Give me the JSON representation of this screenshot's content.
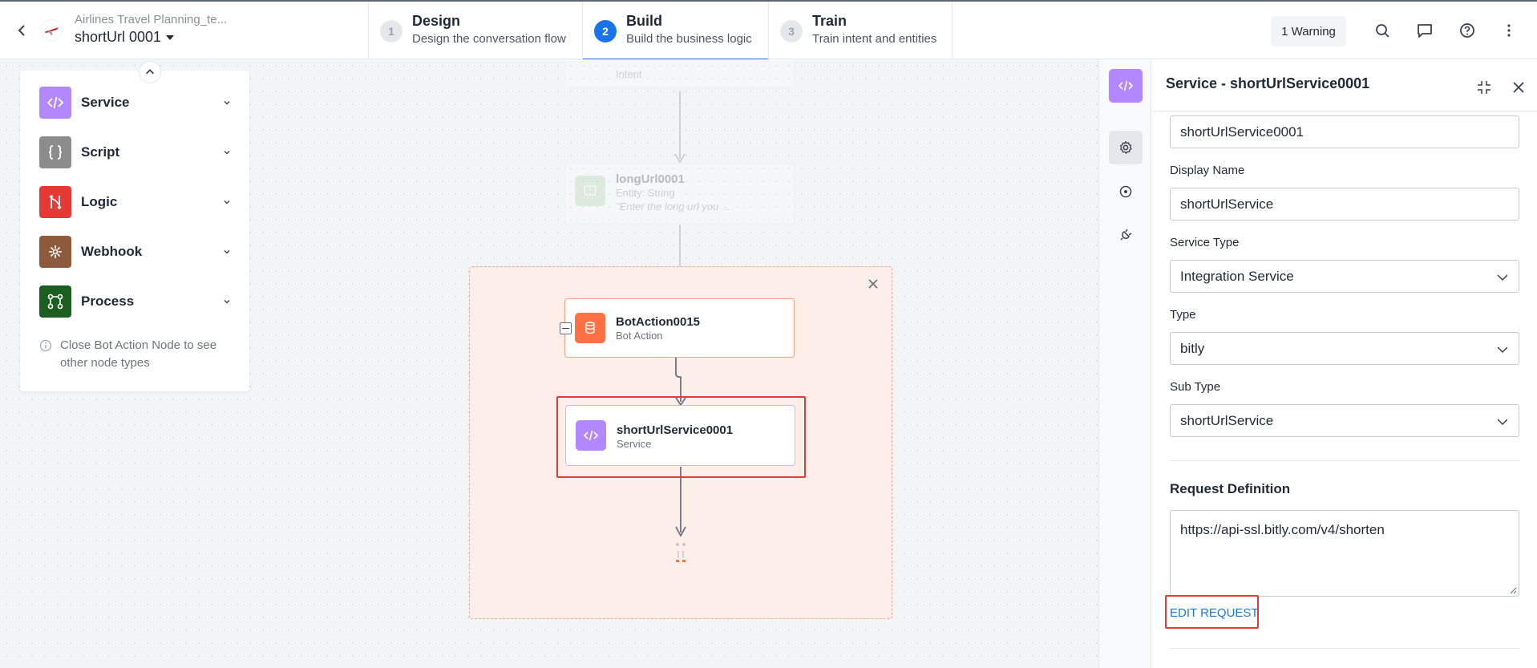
{
  "header": {
    "app_name": "Airlines Travel Planning_te...",
    "flow_name": "shortUrl 0001",
    "steps": [
      {
        "num": "1",
        "title": "Design",
        "subtitle": "Design the conversation flow"
      },
      {
        "num": "2",
        "title": "Build",
        "subtitle": "Build the business logic"
      },
      {
        "num": "3",
        "title": "Train",
        "subtitle": "Train intent and entities"
      }
    ],
    "warning": "1 Warning",
    "icons": [
      "search-icon",
      "chat-icon",
      "help-icon",
      "more-vertical-icon"
    ]
  },
  "palette": {
    "items": [
      {
        "label": "Service",
        "icon": "code-icon",
        "color": "#b388ff"
      },
      {
        "label": "Script",
        "icon": "braces-icon",
        "color": "#8c8c8c"
      },
      {
        "label": "Logic",
        "icon": "logic-icon",
        "color": "#e53935"
      },
      {
        "label": "Webhook",
        "icon": "webhook-icon",
        "color": "#8d5a3b"
      },
      {
        "label": "Process",
        "icon": "process-icon",
        "color": "#1b5e20"
      }
    ],
    "note": "Close Bot Action Node to see other node types"
  },
  "canvas": {
    "intent_node": {
      "subtitle": "Intent"
    },
    "entity_node": {
      "title": "longUrl0001",
      "subtitle": "Entity: String",
      "prompt": "\"Enter the long url you ..."
    },
    "bot_action_node": {
      "title": "BotAction0015",
      "subtitle": "Bot Action",
      "color": "#ff7043"
    },
    "service_node": {
      "title": "shortUrlService0001",
      "subtitle": "Service",
      "color": "#b388ff"
    }
  },
  "panel": {
    "title": "Service - shortUrlService0001",
    "name_value": "shortUrlService0001",
    "display_name_label": "Display Name",
    "display_name_value": "shortUrlService",
    "service_type_label": "Service Type",
    "service_type_value": "Integration Service",
    "type_label": "Type",
    "type_value": "bitly",
    "sub_type_label": "Sub Type",
    "sub_type_value": "shortUrlService",
    "request_definition_title": "Request Definition",
    "request_url": "https://api-ssl.bitly.com/v4/shorten",
    "edit_request": "EDIT REQUEST"
  },
  "colors": {
    "accent": "#1a73e8",
    "highlight": "#e53935"
  }
}
